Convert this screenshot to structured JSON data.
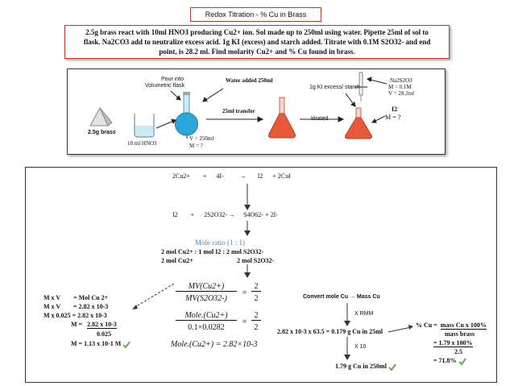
{
  "title": "Redox Titration - % Cu in Brass",
  "problem": {
    "line1": "2.5g brass react with 10ml HNO3 producing Cu2+ ion. Sol made up to 250ml using water. Pipette 25ml of sol to",
    "line2": "flask. Na2CO3 add to neutralize excess acid. 1g KI (excess) and starch added. Titrate with 0.1M S2O32- and end",
    "line3": "point, is 28.2 ml. Find molarity Cu2+ and % Cu found in brass."
  },
  "diagram": {
    "brass_label": "2.5g brass",
    "hno3_label": "10 ml HNO3",
    "pour_label_1": "Pour into",
    "pour_label_2": "Volumetric flask",
    "water_label": "Water added 250ml",
    "transfer_label": "25ml transfer",
    "ki_label": "1g KI excess/ starch",
    "titrated_label": "titrated",
    "flask_v": "V = 250ml",
    "flask_m": "M = ?",
    "burette_species": "Na2S2O3",
    "burette_m": "M = 0.1M",
    "burette_v": "V = 28.2ml",
    "i2_label": "I2",
    "i2_m": "M = ?"
  },
  "work": {
    "eq1": {
      "a": "2Cu2+",
      "plus1": "+",
      "b": "4I-",
      "arrow": "→",
      "c": "I2",
      "plus2": "+",
      "d": "2CuI"
    },
    "eq2": {
      "a": "I2",
      "plus1": "+",
      "b": "2S2O32-",
      "arrow": "→",
      "c": "S4O62-",
      "plus2": "+",
      "d": "2I-"
    },
    "mole_ratio_title": "Mole ratio (1 : 1)",
    "ratio_line1": "2 mol Cu2+ : 1 mol I2 : 2 mol S2O32-",
    "ratio_line2_left": "2 mol Cu2+",
    "ratio_line2_right": "2 mol S2O32-",
    "math": {
      "f1_num": "MV(Cu2+)",
      "f1_den": "MV(S2O32-)",
      "f1_rhs_num": "2",
      "f1_rhs_den": "2",
      "f2_num": "Mole.(Cu2+)",
      "f2_den": "0.1×0.0282",
      "f2_rhs_num": "2",
      "f2_rhs_den": "2",
      "f3": "Mole.(Cu2+) = 2.82×10-3"
    },
    "molarity": {
      "l1_a": "M x V",
      "l1_b": "= Mol Cu 2+",
      "l2_a": "M x V",
      "l2_b": "= 2.82 x 10-3",
      "l3": "M x 0.025 = 2.82 x 10-3",
      "l4_a": "M =",
      "l4_b": "2.82 x 10-3",
      "l5": "0.025",
      "l6": "M = 1.13 x 10-1 M"
    },
    "convert": {
      "title": "Convert mole Cu → Mass Cu",
      "xrmm": "X RMM",
      "calc": "2.82 x 10-3 x 63.5 = 0.179 g Cu in 25ml",
      "x10": "X 10",
      "result": "1.79 g Cu in 250ml"
    },
    "percent": {
      "l1_a": "% Cu =",
      "l1_b": "mass Cu x 100%",
      "l2": "mass brass",
      "l3": "= 1.79 x 100%",
      "l4": "2.5",
      "l5": "= 71.8%"
    }
  },
  "colors": {
    "accent_red": "#c0392b",
    "flask_blue": "#2aa7d8",
    "flask_orange": "#e8593a",
    "mole_ratio": "#5b7fc7",
    "check_green": "#6aa84f"
  }
}
